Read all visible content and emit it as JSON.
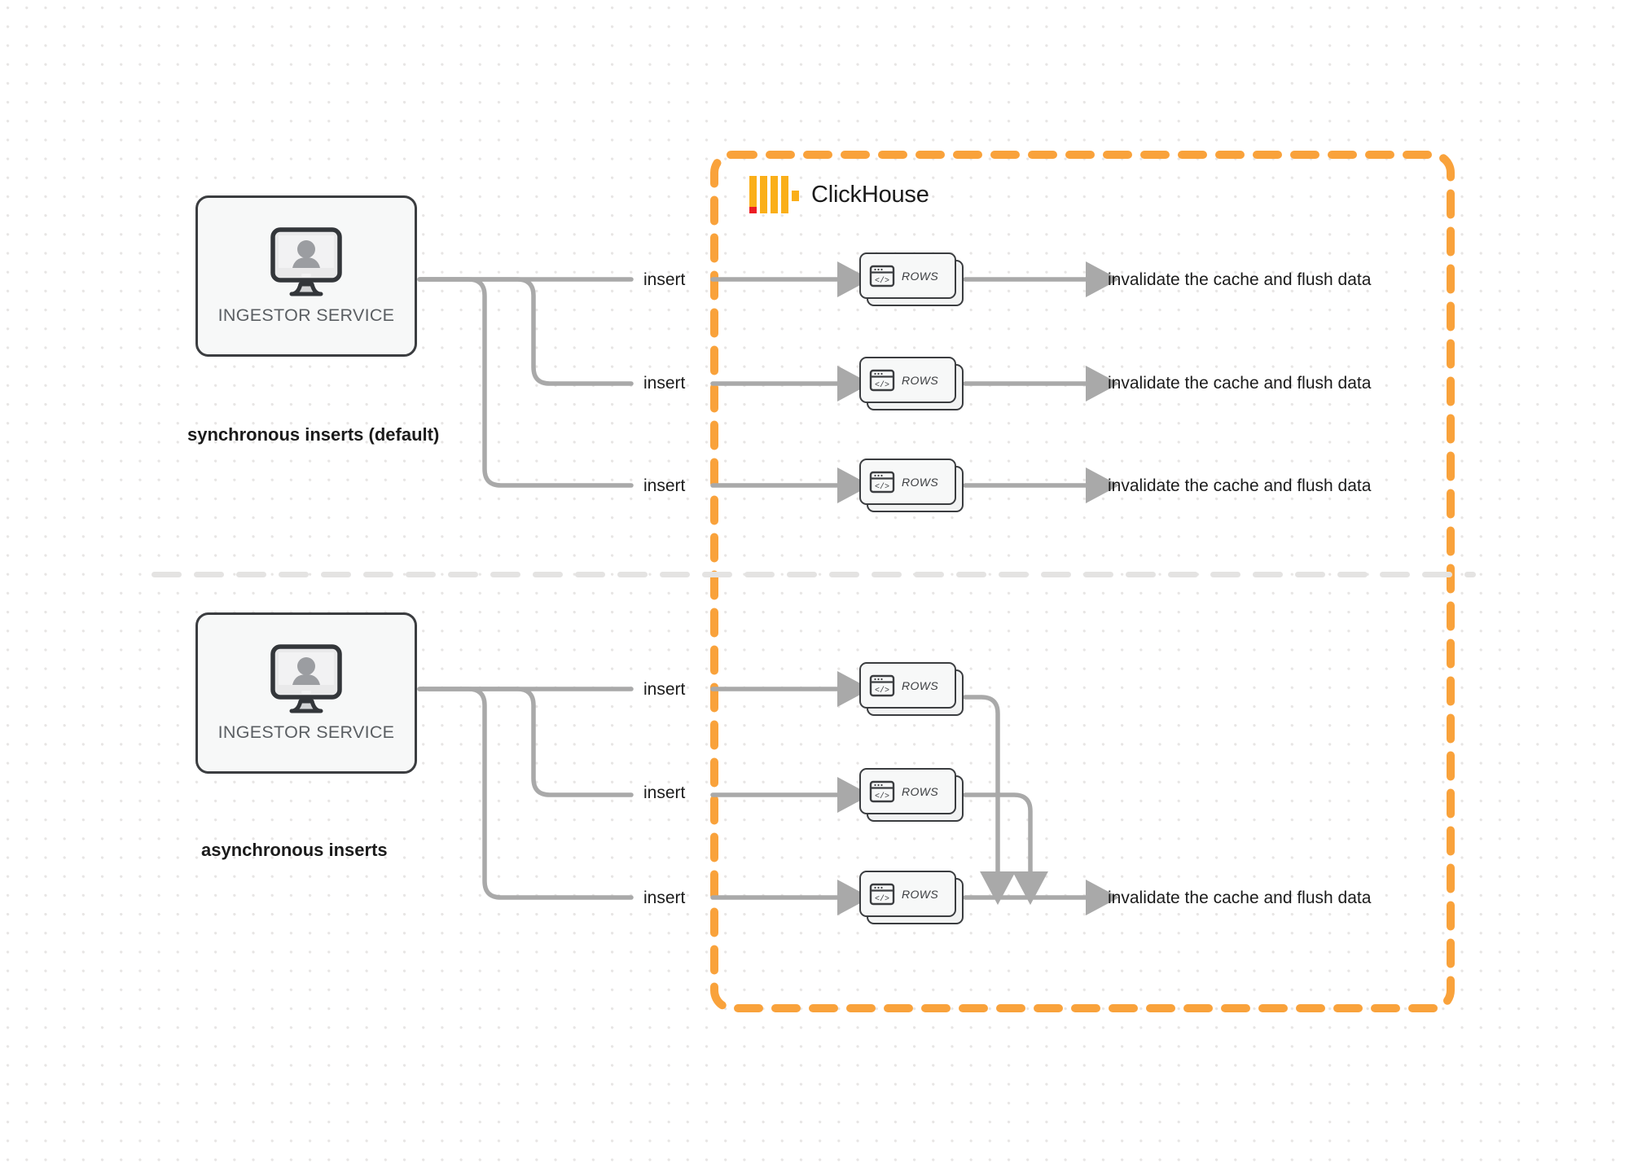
{
  "diagram": {
    "title": "ClickHouse synchronous vs asynchronous inserts",
    "colors": {
      "boundary_orange": "#F9A23B",
      "logo_yellow": "#FAAF19",
      "logo_red": "#ED1C24",
      "wire_gray": "#A9A9A9",
      "card_border": "#3b3d40",
      "card_fill": "#f7f8f8",
      "background": "#ffffff",
      "dot_grid": "#e7e5e4"
    }
  },
  "clickhouse": {
    "wordmark": "ClickHouse",
    "logo_name": "clickhouse-logo"
  },
  "sections": [
    {
      "id": "synchronous",
      "caption": "synchronous inserts (default)",
      "ingestor_label": "INGESTOR SERVICE",
      "flows": [
        {
          "insert_label": "insert",
          "rows_label": "ROWS",
          "result_label": "invalidate the cache and flush data"
        },
        {
          "insert_label": "insert",
          "rows_label": "ROWS",
          "result_label": "invalidate the cache and flush data"
        },
        {
          "insert_label": "insert",
          "rows_label": "ROWS",
          "result_label": "invalidate the cache and flush data"
        }
      ]
    },
    {
      "id": "asynchronous",
      "caption": "asynchronous inserts",
      "ingestor_label": "INGESTOR SERVICE",
      "flows": [
        {
          "insert_label": "insert",
          "rows_label": "ROWS"
        },
        {
          "insert_label": "insert",
          "rows_label": "ROWS"
        },
        {
          "insert_label": "insert",
          "rows_label": "ROWS"
        }
      ],
      "merged_result_label": "invalidate the cache and flush data"
    }
  ]
}
